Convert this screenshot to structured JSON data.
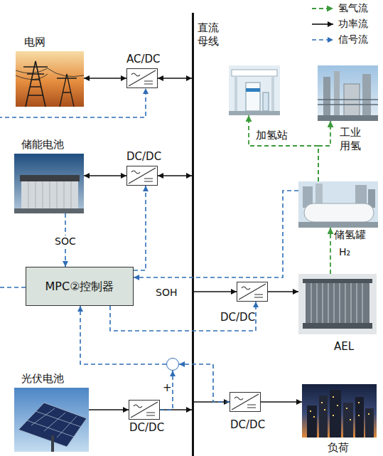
{
  "diagram": {
    "nodes": [
      {
        "text": [
          "直流 母线"
        ]
      },
      {
        "text": [
          "电网"
        ]
      },
      {
        "text": [
          "AC/DC"
        ]
      },
      {
        "text": [
          "加氢站"
        ]
      },
      {
        "text": [
          "工业 用氢"
        ]
      },
      {
        "text": [
          "储能电池"
        ]
      },
      {
        "text": [
          "DC/DC"
        ]
      },
      {
        "text": [
          "储氢罐"
        ]
      },
      {
        "text": [
          "MPC②控制器"
        ]
      },
      {
        "text": [
          "DC/DC"
        ]
      },
      {
        "text": [
          "AEL"
        ]
      },
      {
        "text": [
          "+"
        ]
      },
      {
        "text": [
          "光伏电池"
        ]
      },
      {
        "text": [
          "DC/DC"
        ]
      },
      {
        "text": [
          "DC/DC"
        ]
      },
      {
        "text": [
          "负荷"
        ]
      }
    ],
    "edges": [
      {
        "from": 1,
        "to": 2,
        "arrow": "both"
      },
      {
        "from": 2,
        "to": 0,
        "arrow": "both"
      },
      {
        "from": 5,
        "to": 6,
        "arrow": "both"
      },
      {
        "from": 6,
        "to": 0,
        "arrow": "both"
      },
      {
        "from": 0,
        "to": 9,
        "arrow": "to"
      },
      {
        "from": 9,
        "to": 10,
        "arrow": "to"
      },
      {
        "from": 12,
        "to": 14,
        "arrow": "to"
      },
      {
        "from": 14,
        "to": 0,
        "arrow": "to"
      },
      {
        "from": 0,
        "to": 13,
        "arrow": "to"
      },
      {
        "from": 13,
        "to": 15,
        "arrow": "to"
      },
      {
        "from": 10,
        "to": 7,
        "arrow": "to",
        "label": "H₂"
      },
      {
        "from": 7,
        "to": 3,
        "arrow": "to"
      },
      {
        "from": 7,
        "to": 4,
        "arrow": "to"
      },
      {
        "from": 5,
        "to": 8,
        "arrow": "to",
        "label": "SOC"
      },
      {
        "from": 7,
        "to": 8,
        "arrow": "to"
      },
      {
        "from": 8,
        "to": 6,
        "arrow": "to"
      },
      {
        "from": 8,
        "to": 2,
        "arrow": "to"
      },
      {
        "from": 8,
        "to": 9,
        "arrow": "to"
      },
      {
        "from": 14,
        "to": 11,
        "arrow": "to"
      },
      {
        "from": 13,
        "to": 11,
        "arrow": "to"
      },
      {
        "from": 11,
        "to": 8,
        "arrow": "to"
      }
    ],
    "labels": [
      "SOH"
    ],
    "legend": [
      {
        "text": "氢气流"
      },
      {
        "text": "功率流"
      },
      {
        "text": "信号流"
      }
    ]
  }
}
